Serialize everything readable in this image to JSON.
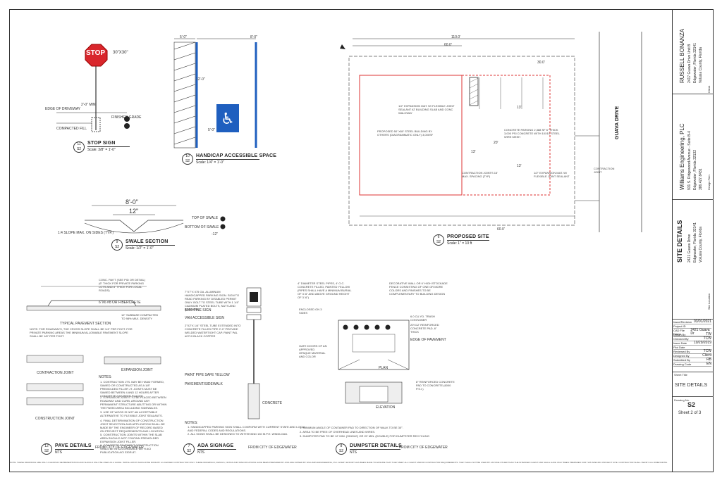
{
  "details": {
    "stop_sign": {
      "sign_text": "STOP",
      "size": "30\"X30\"",
      "num": "11",
      "sheet": "S2",
      "title": "STOP SIGN",
      "scale": "Scale: 3/8\" = 1'-0\"",
      "min": "2'-0\" MIN.",
      "edge": "EDGE OF DRIVEWAY",
      "finish": "FINISHED GRADE",
      "compacted": "COMPACTED FILL"
    },
    "handicap": {
      "num": "10",
      "sheet": "S2",
      "title": "HANDICAP ACCESSIBLE SPACE",
      "scale": "Scale: 1/4\" = 1'-0\"",
      "dim_left": "5'-0\"",
      "dim_right": "8'-0\"",
      "dim_a": "12'-0\"",
      "dim_b": "5'-0\""
    },
    "swale": {
      "num": "9",
      "sheet": "S2",
      "title": "SWALE SECTION",
      "scale": "Scale: 1/2\" = 1'-0\"",
      "dim_top": "8'-0\"",
      "dim_mid": "12\"",
      "top": "TOP OF SWALE",
      "bottom": "BOTTOM OF SWALE",
      "slope": "1:4 SLOPE MAX. ON SIDES (TYP.)",
      "elev": "-12\""
    },
    "site": {
      "num": "6",
      "sheet": "S2",
      "title": "PROPOSED SITE",
      "scale": "Scale: 1\" = 10 ft",
      "street": "GUAVA DRIVE",
      "dim_total": "110.0'",
      "dim_a": "60.0'",
      "dim_b": "30.0'",
      "building": "PROPOSED 50' X60' STEEL BUILDING BY OTHERS (DIAGRAMMATIC ONLY) 3,000SF",
      "joint": "1/2\" EXPANSION MAT. W/ FLEXIBLE JOINT SEALANT AT BUILDING SLAB AND CONC WALKWAY",
      "parking": "CONCRETE PARKING 2,388 SF 6\" THICK 3,000 PSI CONCRETE WITH 10X10 STEEL WIRE MESH",
      "contraction": "CONTRACTION JOINTS 15' MAX. SPACING (TYP)",
      "exp2": "1/2\" EXPANSION MAT. W/ FLEXIBLE JOINT SEALANT",
      "contraction_joint": "CONTRACTION JOINT",
      "dims": [
        "13'",
        "20'",
        "13'",
        "13'",
        "60.0'"
      ]
    },
    "pave": {
      "num": "12",
      "sheet": "S2",
      "title": "PAVE DETAILS",
      "scale": "NTS",
      "source": "FROM CITY OF EDGEWATER",
      "typical": "TYPICAL PAVEMENT SECTION",
      "cjoint": "CONTRACTION JOINT",
      "ejoint": "EXPANSION JOINT",
      "conjoint": "CONSTRUCTION JOINT",
      "notes_label": "NOTES:",
      "conc": "CONC. PAV'T (SEE PID OR DETAIL) (6\" THICK FOR PRIVATE PARKING LOTS AND 8\" THICK FOR LOCAL ROADS)",
      "mesh": "6\"X6 #8 OR FIBERCRETE",
      "sub": "12\" SUBBASE COMPACTED TO 98% MAX. DENSITY",
      "note1": "NOTE: FOR ROADWAYS, THE CROSS SLOPE SHALL BE 1/4\" PER FOOT. FOR PRIVATE PARKING AREAS THE MINIMUM ALLOWABLE PAVEMENT SLOPE SHALL BE 1/8\" PER FOOT.",
      "n1": "1. CONTRACTION JTS. MAY BE HAND FORMED, SAWED OR CONSTRUCTED AS A 1/8\" PREMOLDED FILLER JT. JOINTS MUST BE SAWED BETWEEN 4 AND 12 HOURS AFTER CONCRETE HAS BEEN PLACED.",
      "n2": "2. EXPANSION JOINTS TO BE PLACED BETWEEN ROADWAY AND CURB, AROUND ANY PERMANENT STRUCTURE ABUTTING OR WITHIN THE PAVED AREA INCLUDING SIDEWALKS.",
      "n3": "3. USE OF WOOD IS NOT AN ACCEPTABLE ALTERNATIVE TO FLEXIBLE JOINT SEALANTS.",
      "n4": "4. FINAL DETERMINATION OF CONSTRUCTION JOINT SELECTION AND APPLICATION SHALL BE MADE BY THE ENGINEER OF RECORD BASED ON PROJECT REQUIREMENTS AND LOCATION.",
      "n5": "5. CONSTRUCTION JOINTS WITHIN THE SLAB AREA SHOULD NOT CONTAIN PREMOLDED EXPANSION JOINT FILLER.",
      "n6": "6. CONCRETE PAVEMENT CONSTRUCTION SHALL BE IN ACCORDANCE WITH ACI PUBLICATION ACI 330R-87."
    },
    "ada": {
      "num": "7",
      "sheet": "S2",
      "title": "ADA SIGNAGE",
      "scale": "NTS",
      "source": "FROM CITY OF EDGEWATER",
      "sign": "7\"X7\"X 075 GA. ALUMINUM HANDICAPPED PARKING SIGN. SIGN TO READ PARKING BY DISABLED PERMIT ONLY. BOLT TO STEEL TUBE WITH 1 1/4\" CADMIUM PLATED BOLTS, NUTS AND WASHERS.",
      "fine": "$150 FINE SIGN",
      "van": "VAN ACCESSIBLE SIGN",
      "post": "2\"X2\"X 1/4\" STEEL TUBE EXTENDED INTO CONCRETE FILLED PIPE 2'-0\" PROVIDE WELDED WATERTIGHT CAP. PAINT PAL #0719 BLACK COPPER",
      "paint": "PAINT PIPE SAFE YELLOW",
      "pavement": "PAVEMENT/SIDEWALK",
      "concrete": "CONCRETE",
      "notes_label": "NOTES:",
      "n1": "1. HANDICAPPED PARKING SIGN SHALL CONFORM WITH CURRENT STATE AND LOCAL AND FEDERAL CODES AND REGULATIONS.",
      "n2": "2. ALL SIGNS SHALL BE DESIGNED TO WITHSTAND 130 M.P.H. WINDLOAD."
    },
    "dumpster": {
      "num": "8",
      "sheet": "S2",
      "title": "DUMPSTER DETAILS",
      "scale": "NTS",
      "source": "FROM CITY OF EDGEWATER",
      "bollard": "4\" DIAMETER STEEL PIPES, 4' O.C. CONCRETE FILLED, PAINTED YELLOW (PIPES SHALL HAVE A MINIMUM BURIAL OF 3'-6\" AND ABOVE GROUND HEIGHT OF 3'-6\")",
      "wall": "DECORATIVE WALL OR 6' HIGH STOCKADE FENCE CONSISTING OF ONE OR MORE COLORS AND FINISHES TO BE COMPLEMENTARY TO BUILDING DESIGN",
      "enclosed": "ENCLOSED ON 3 SIDES",
      "gate": "GATE DOORS OF AN APPROVED OPAQUE MATERIAL AND COLOR",
      "cont": "6.0 CU.YD. TRASH CONTAINER",
      "pad": "20'X12' REINFORCED CONCRETE PAD, 6\" THICK",
      "edge": "EDGE OF PAVEMENT",
      "plan": "PLAN",
      "elev": "ELEVATION",
      "pad2": "8\" REINFORCED CONCRETE PAD TO CONCRETE (6000 P.S.I.)",
      "n1": "1. MINIMUM ANGLE OF CONTAINER PAD TO DIRECTION OF WALK TO BE 30°.",
      "n2": "2. AREA TO BE FREE OF OVERHEAD LINES AND WIRES.",
      "n3": "3. DUMPSTER PAD TO BE 12' MIN. (SINGLE) OR 20' MIN. (DOUBLE) FOR DUMPSTER RECYCLING"
    }
  },
  "title_block": {
    "client_label": "Client",
    "client": "RUSSELL BONANZA",
    "client_addr1": "2417 Guava Drive Unit B",
    "client_addr2": "Edgewater, Florida 32141",
    "client_addr3": "Volusia County, Florida",
    "designer_label": "Design Firm",
    "firm": "Williams Engineering, PLC",
    "firm_addr1": "931 S. Ridgewood Avenue - Suite B-4",
    "firm_addr2": "Edgewater, Florida 32132",
    "firm_phone": "386.427.8431",
    "site_label": "Site Location",
    "project": "SITE DETAILS",
    "site1": "2421 Guava Drive",
    "site2": "Edgewater, Florida 32141",
    "site3": "Volusia County, Florida",
    "fields": [
      {
        "k": "Issue/Revision",
        "v": "03/01/2021"
      },
      {
        "k": "Project ID",
        "v": ""
      },
      {
        "k": "CAD File Name",
        "v": "2421 Guava Dr"
      },
      {
        "k": "Drawn By",
        "v": "TW"
      },
      {
        "k": "Checked By",
        "v": "TCW"
      },
      {
        "k": "Issue Date",
        "v": "10/29/2019"
      },
      {
        "k": "Plot Date",
        "v": ""
      },
      {
        "k": "Reviewed By",
        "v": "TCW"
      },
      {
        "k": "Designed By",
        "v": "Client"
      },
      {
        "k": "Submitted By",
        "v": "RB"
      },
      {
        "k": "Drawing Code",
        "v": "EN"
      }
    ],
    "sheet_title_label": "Sheet Title",
    "sheet_title": "SITE DETAILS",
    "drawing_no_label": "Drawing No.",
    "drawing_no": "S2",
    "sheet_of": "Sheet 2 of 3"
  },
  "disclaimer": "NOTE: THESE DRAWINGS ARE ONLY A GRAPHIC REPRESENTATION AND SHOULD ONLY BE USED AS A GUIDE. INSTALLATION SHOULD BE DONE BY A LICENSED CONTRACTOR ONLY. THESE DRAWINGS, DETAILS, NOTES AND SPECIFICATIONS HAVE BEEN PREPARED BY AND ARE OWNED BY WILLIAMS ENGINEERING, PLC. EVERY EFFORT HAS BEEN MADE TO ENSURE THAT THEY MEET ALL CLIENT AND/OR CONTRACTOR REQUIREMENTS. THEY SHALL NOT BE USED BY ANYONE OTHER THAN THE INTENDED CLIENT AND SHALL HAVE ONLY BEEN PREPARED FOR THIS SPECIFIC PROJECT SITE. CONTRACTOR SHALL VERIFY ALL DIMENSIONS."
}
